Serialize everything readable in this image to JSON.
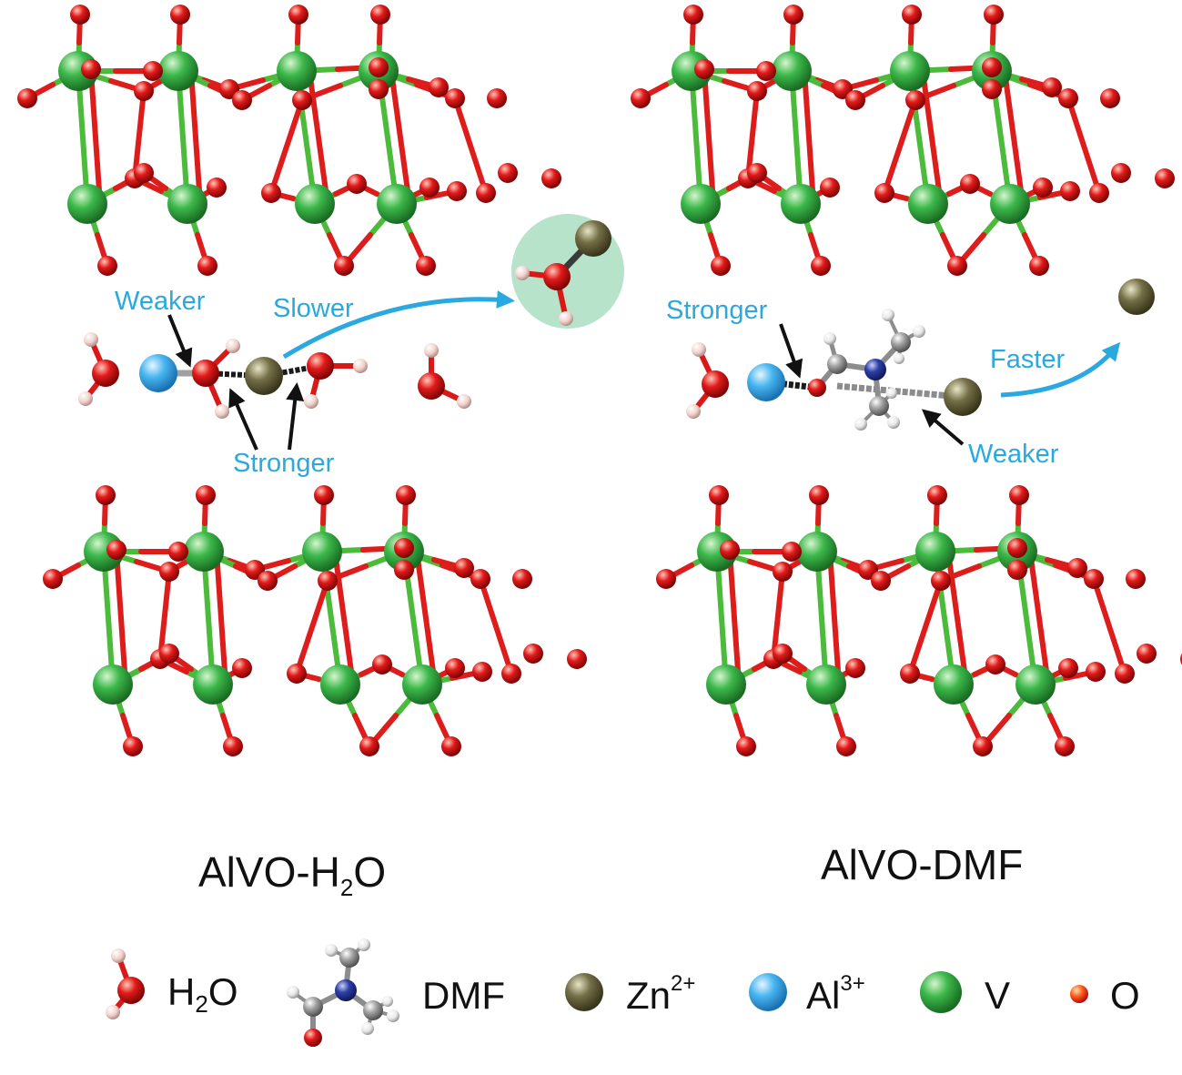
{
  "panels": {
    "left": {
      "title": "AlVO-H",
      "title_sub": "2",
      "title_end": "O",
      "label_weaker": "Weaker",
      "label_slower": "Slower",
      "label_stronger": "Stronger"
    },
    "right": {
      "title": "AlVO-DMF",
      "label_stronger": "Stronger",
      "label_faster": "Faster",
      "label_weaker": "Weaker"
    }
  },
  "legend": {
    "h2o": "H",
    "h2o_sub": "2",
    "h2o_end": "O",
    "dmf": "DMF",
    "zn": "Zn",
    "zn_sup": "2+",
    "al": "Al",
    "al_sup": "3+",
    "v": "V",
    "o": "O"
  },
  "colors": {
    "vanadium": "#2fa63a",
    "oxygen": "#e01818",
    "zinc": "#6b6840",
    "aluminum": "#35a6e6",
    "hydrogen": "#f0d2cc",
    "nitrogen": "#2d3fa6",
    "carbon": "#9a9a9a",
    "label": "#29a9e0",
    "arrow": "#29a9e0",
    "halo": "#9fd9b8"
  }
}
